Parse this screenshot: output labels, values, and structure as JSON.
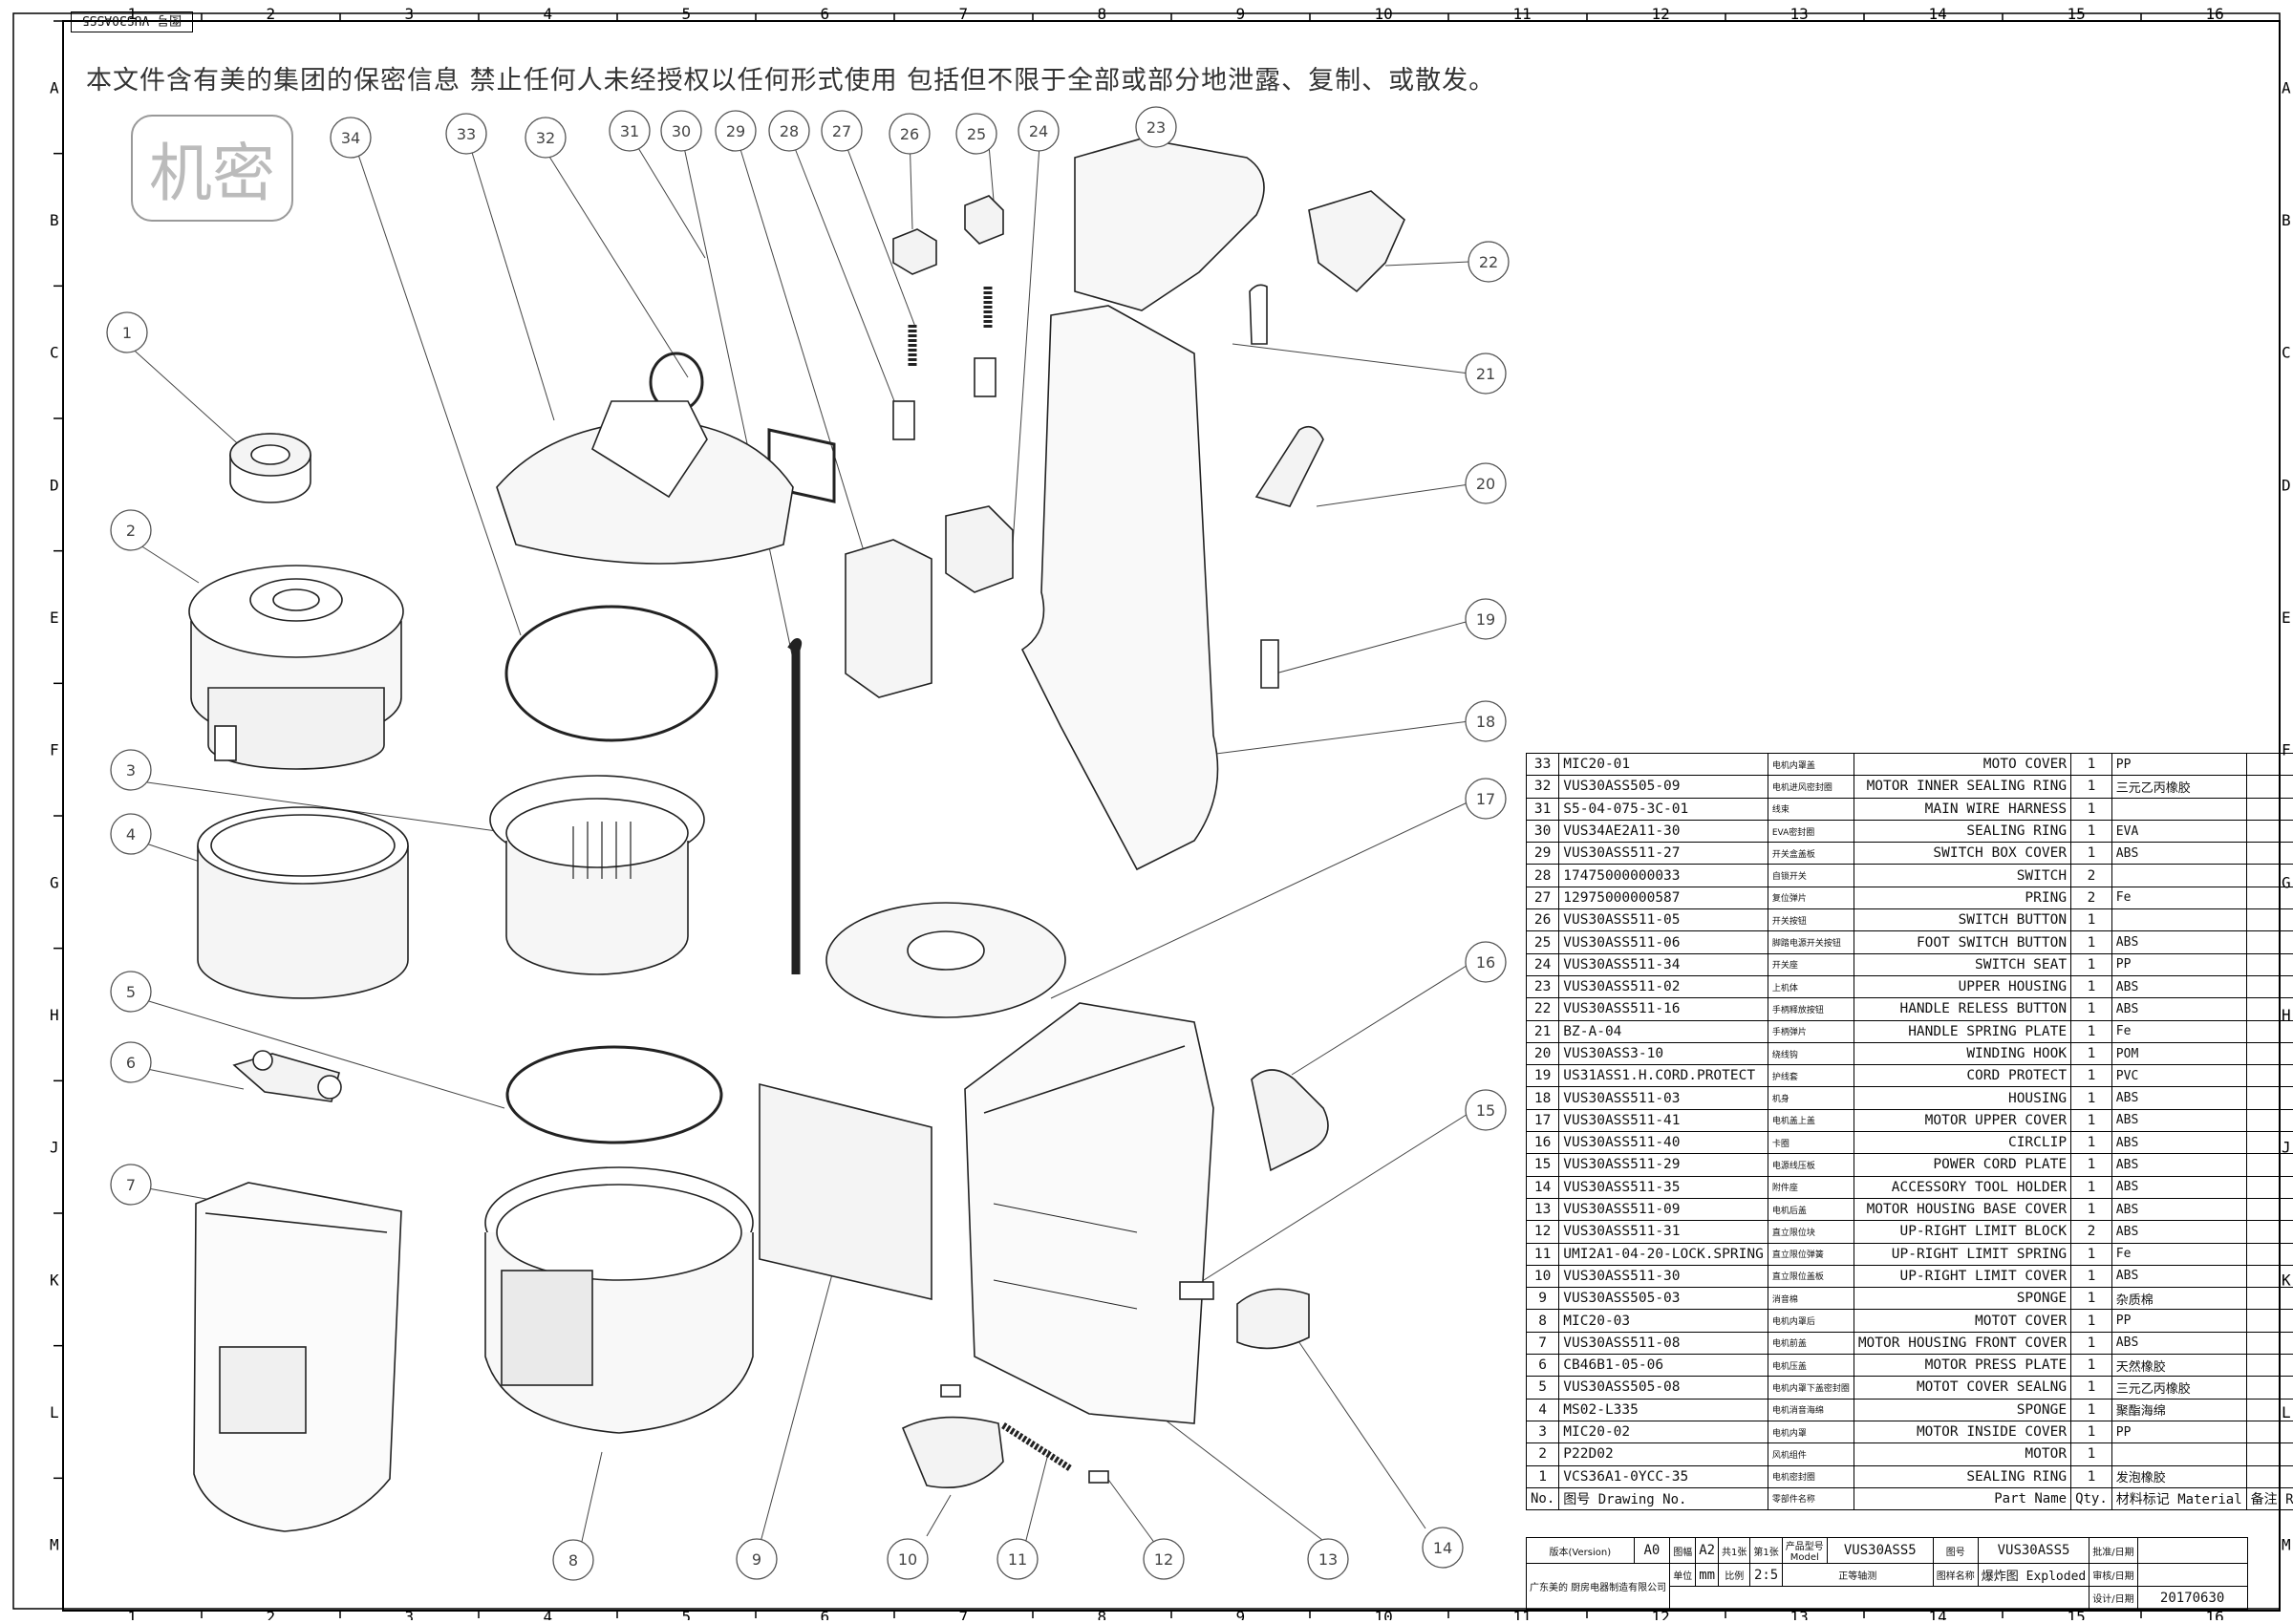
{
  "notice": "本文件含有美的集团的保密信息  禁止任何人未经授权以任何形式使用  包括但不限于全部或部分地泄露、复制、或散发。",
  "stamp": "机密",
  "corner_label": "图号 VUS30ASS5",
  "grid": {
    "columns": [
      "1",
      "2",
      "3",
      "4",
      "5",
      "6",
      "7",
      "8",
      "9",
      "10",
      "11",
      "12",
      "13",
      "14",
      "15",
      "16"
    ],
    "rows": [
      "A",
      "B",
      "C",
      "D",
      "E",
      "F",
      "G",
      "H",
      "J",
      "K",
      "L",
      "M"
    ]
  },
  "balloons": [
    "1",
    "2",
    "3",
    "4",
    "5",
    "6",
    "7",
    "8",
    "9",
    "10",
    "11",
    "12",
    "13",
    "14",
    "15",
    "16",
    "17",
    "18",
    "19",
    "20",
    "21",
    "22",
    "23",
    "24",
    "25",
    "26",
    "27",
    "28",
    "29",
    "30",
    "31",
    "32",
    "33",
    "34"
  ],
  "parts": [
    {
      "no": "33",
      "drawing": "MIC20-01",
      "cn": "电机内罩盖",
      "name": "MOTO COVER",
      "qty": "1",
      "material": "PP",
      "remark": ""
    },
    {
      "no": "32",
      "drawing": "VUS30ASS505-09",
      "cn": "电机进风密封圈",
      "name": "MOTOR INNER SEALING RING",
      "qty": "1",
      "material": "三元乙丙橡胶",
      "remark": ""
    },
    {
      "no": "31",
      "drawing": "S5-04-075-3C-01",
      "cn": "线束",
      "name": "MAIN WIRE HARNESS",
      "qty": "1",
      "material": "",
      "remark": ""
    },
    {
      "no": "30",
      "drawing": "VUS34AE2A11-30",
      "cn": "EVA密封圈",
      "name": "SEALING RING",
      "qty": "1",
      "material": "EVA",
      "remark": ""
    },
    {
      "no": "29",
      "drawing": "VUS30ASS511-27",
      "cn": "开关盒盖板",
      "name": "SWITCH BOX COVER",
      "qty": "1",
      "material": "ABS",
      "remark": ""
    },
    {
      "no": "28",
      "drawing": "17475000000033",
      "cn": "自锁开关",
      "name": "SWITCH",
      "qty": "2",
      "material": "",
      "remark": ""
    },
    {
      "no": "27",
      "drawing": "12975000000587",
      "cn": "复位弹片",
      "name": "PRING",
      "qty": "2",
      "material": "Fe",
      "remark": ""
    },
    {
      "no": "26",
      "drawing": "VUS30ASS511-05",
      "cn": "开关按钮",
      "name": "SWITCH BUTTON",
      "qty": "1",
      "material": "",
      "remark": ""
    },
    {
      "no": "25",
      "drawing": "VUS30ASS511-06",
      "cn": "脚踏电源开关按钮",
      "name": "FOOT SWITCH BUTTON",
      "qty": "1",
      "material": "ABS",
      "remark": ""
    },
    {
      "no": "24",
      "drawing": "VUS30ASS511-34",
      "cn": "开关座",
      "name": "SWITCH SEAT",
      "qty": "1",
      "material": "PP",
      "remark": ""
    },
    {
      "no": "23",
      "drawing": "VUS30ASS511-02",
      "cn": "上机体",
      "name": "UPPER HOUSING",
      "qty": "1",
      "material": "ABS",
      "remark": ""
    },
    {
      "no": "22",
      "drawing": "VUS30ASS511-16",
      "cn": "手柄释放按钮",
      "name": "HANDLE RELESS BUTTON",
      "qty": "1",
      "material": "ABS",
      "remark": ""
    },
    {
      "no": "21",
      "drawing": "BZ-A-04",
      "cn": "手柄弹片",
      "name": "HANDLE SPRING PLATE",
      "qty": "1",
      "material": "Fe",
      "remark": ""
    },
    {
      "no": "20",
      "drawing": "VUS30ASS3-10",
      "cn": "绕线钩",
      "name": "WINDING HOOK",
      "qty": "1",
      "material": "POM",
      "remark": ""
    },
    {
      "no": "19",
      "drawing": "US31ASS1.H.CORD.PROTECT",
      "cn": "护线套",
      "name": "CORD PROTECT",
      "qty": "1",
      "material": "PVC",
      "remark": ""
    },
    {
      "no": "18",
      "drawing": "VUS30ASS511-03",
      "cn": "机身",
      "name": "HOUSING",
      "qty": "1",
      "material": "ABS",
      "remark": ""
    },
    {
      "no": "17",
      "drawing": "VUS30ASS511-41",
      "cn": "电机盖上盖",
      "name": "MOTOR UPPER COVER",
      "qty": "1",
      "material": "ABS",
      "remark": ""
    },
    {
      "no": "16",
      "drawing": "VUS30ASS511-40",
      "cn": "卡圈",
      "name": "CIRCLIP",
      "qty": "1",
      "material": "ABS",
      "remark": ""
    },
    {
      "no": "15",
      "drawing": "VUS30ASS511-29",
      "cn": "电源线压板",
      "name": "POWER CORD PLATE",
      "qty": "1",
      "material": "ABS",
      "remark": ""
    },
    {
      "no": "14",
      "drawing": "VUS30ASS511-35",
      "cn": "附件座",
      "name": "ACCESSORY TOOL HOLDER",
      "qty": "1",
      "material": "ABS",
      "remark": ""
    },
    {
      "no": "13",
      "drawing": "VUS30ASS511-09",
      "cn": "电机后盖",
      "name": "MOTOR HOUSING BASE COVER",
      "qty": "1",
      "material": "ABS",
      "remark": ""
    },
    {
      "no": "12",
      "drawing": "VUS30ASS511-31",
      "cn": "直立限位块",
      "name": "UP-RIGHT LIMIT BLOCK",
      "qty": "2",
      "material": "ABS",
      "remark": ""
    },
    {
      "no": "11",
      "drawing": "UMI2A1-04-20-LOCK.SPRING",
      "cn": "直立限位弹簧",
      "name": "UP-RIGHT LIMIT SPRING",
      "qty": "1",
      "material": "Fe",
      "remark": ""
    },
    {
      "no": "10",
      "drawing": "VUS30ASS511-30",
      "cn": "直立限位盖板",
      "name": "UP-RIGHT LIMIT COVER",
      "qty": "1",
      "material": "ABS",
      "remark": ""
    },
    {
      "no": "9",
      "drawing": "VUS30ASS505-03",
      "cn": "消音棉",
      "name": "SPONGE",
      "qty": "1",
      "material": "杂质棉",
      "remark": ""
    },
    {
      "no": "8",
      "drawing": "MIC20-03",
      "cn": "电机内罩后",
      "name": "MOTOT COVER",
      "qty": "1",
      "material": "PP",
      "remark": ""
    },
    {
      "no": "7",
      "drawing": "VUS30ASS511-08",
      "cn": "电机前盖",
      "name": "MOTOR HOUSING FRONT COVER",
      "qty": "1",
      "material": "ABS",
      "remark": ""
    },
    {
      "no": "6",
      "drawing": "CB46B1-05-06",
      "cn": "电机压盖",
      "name": "MOTOR PRESS PLATE",
      "qty": "1",
      "material": "天然橡胶",
      "remark": ""
    },
    {
      "no": "5",
      "drawing": "VUS30ASS505-08",
      "cn": "电机内罩下盖密封圈",
      "name": "MOTOT COVER SEALNG",
      "qty": "1",
      "material": "三元乙丙橡胶",
      "remark": ""
    },
    {
      "no": "4",
      "drawing": "MS02-L335",
      "cn": "电机消音海绵",
      "name": "SPONGE",
      "qty": "1",
      "material": "聚酯海绵",
      "remark": ""
    },
    {
      "no": "3",
      "drawing": "MIC20-02",
      "cn": "电机内罩",
      "name": "MOTOR INSIDE COVER",
      "qty": "1",
      "material": "PP",
      "remark": ""
    },
    {
      "no": "2",
      "drawing": "P22D02",
      "cn": "风机组件",
      "name": "MOTOR",
      "qty": "1",
      "material": "",
      "remark": ""
    },
    {
      "no": "1",
      "drawing": "VCS36A1-0YCC-35",
      "cn": "电机密封圈",
      "name": "SEALING RING",
      "qty": "1",
      "material": "发泡橡胶",
      "remark": ""
    }
  ],
  "header": {
    "no": "No.",
    "drawing": "图号 Drawing No.",
    "cn": "零部件名称",
    "name": "Part Name",
    "qty": "Qty.",
    "material": "材料标记 Material",
    "remark": "备注 Remark"
  },
  "titleblock": {
    "version_label": "版本(Version)",
    "version": "A0",
    "sheet_size_label": "图幅",
    "sheet_size": "A2",
    "total_label": "共1张",
    "page_label": "第1张",
    "model_label": "产品型号 Model",
    "model": "VUS30ASS5",
    "drawing_no_label": "图号",
    "drawing_no": "VUS30ASS5",
    "approve": "批准/日期",
    "review": "审核/日期",
    "design": "设计/日期",
    "company": "广东美的 厨房电器制造有限公司",
    "unit_label": "单位",
    "unit": "mm",
    "scale_label": "比例",
    "scale": "2:5",
    "projection": "正等轴测",
    "type_label": "图样名称",
    "type": "爆炸图 Exploded",
    "date": "20170630"
  }
}
